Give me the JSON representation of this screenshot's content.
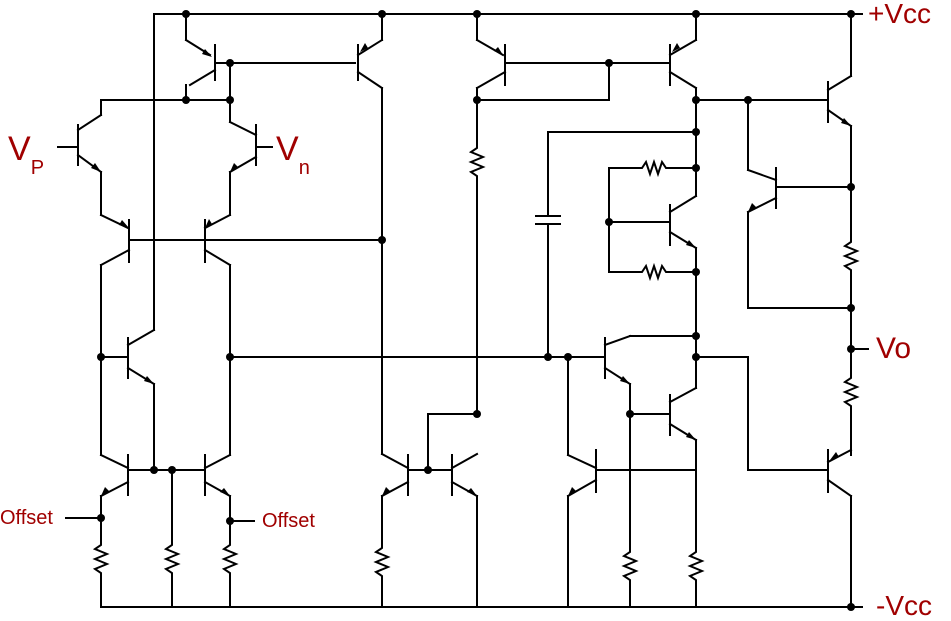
{
  "labels": {
    "vcc_pos": "+Vcc",
    "vcc_neg": "-Vcc",
    "vp_main": "V",
    "vp_sub": "P",
    "vn_main": "V",
    "vn_sub": "n",
    "vo": "Vo",
    "offset_left": "Offset",
    "offset_right": "Offset"
  },
  "colors": {
    "wire": "#000000",
    "label": "#a00000"
  }
}
